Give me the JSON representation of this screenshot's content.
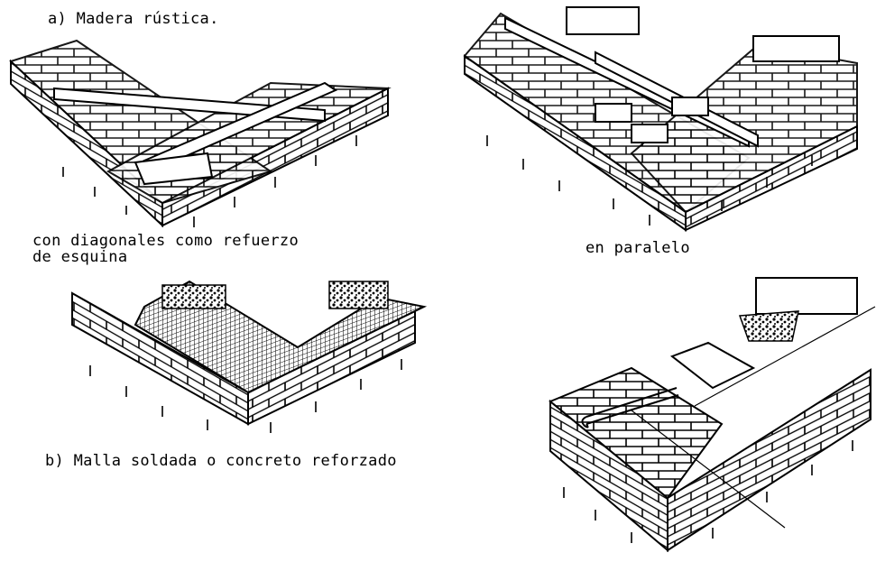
{
  "labels": {
    "a_title": "a) Madera rústica.",
    "diagonal_line1": "con diagonales como refuerzo",
    "diagonal_line2": "de esquina",
    "parallel": "en paralelo",
    "b_title": "b) Malla soldada o concreto reforzado"
  }
}
